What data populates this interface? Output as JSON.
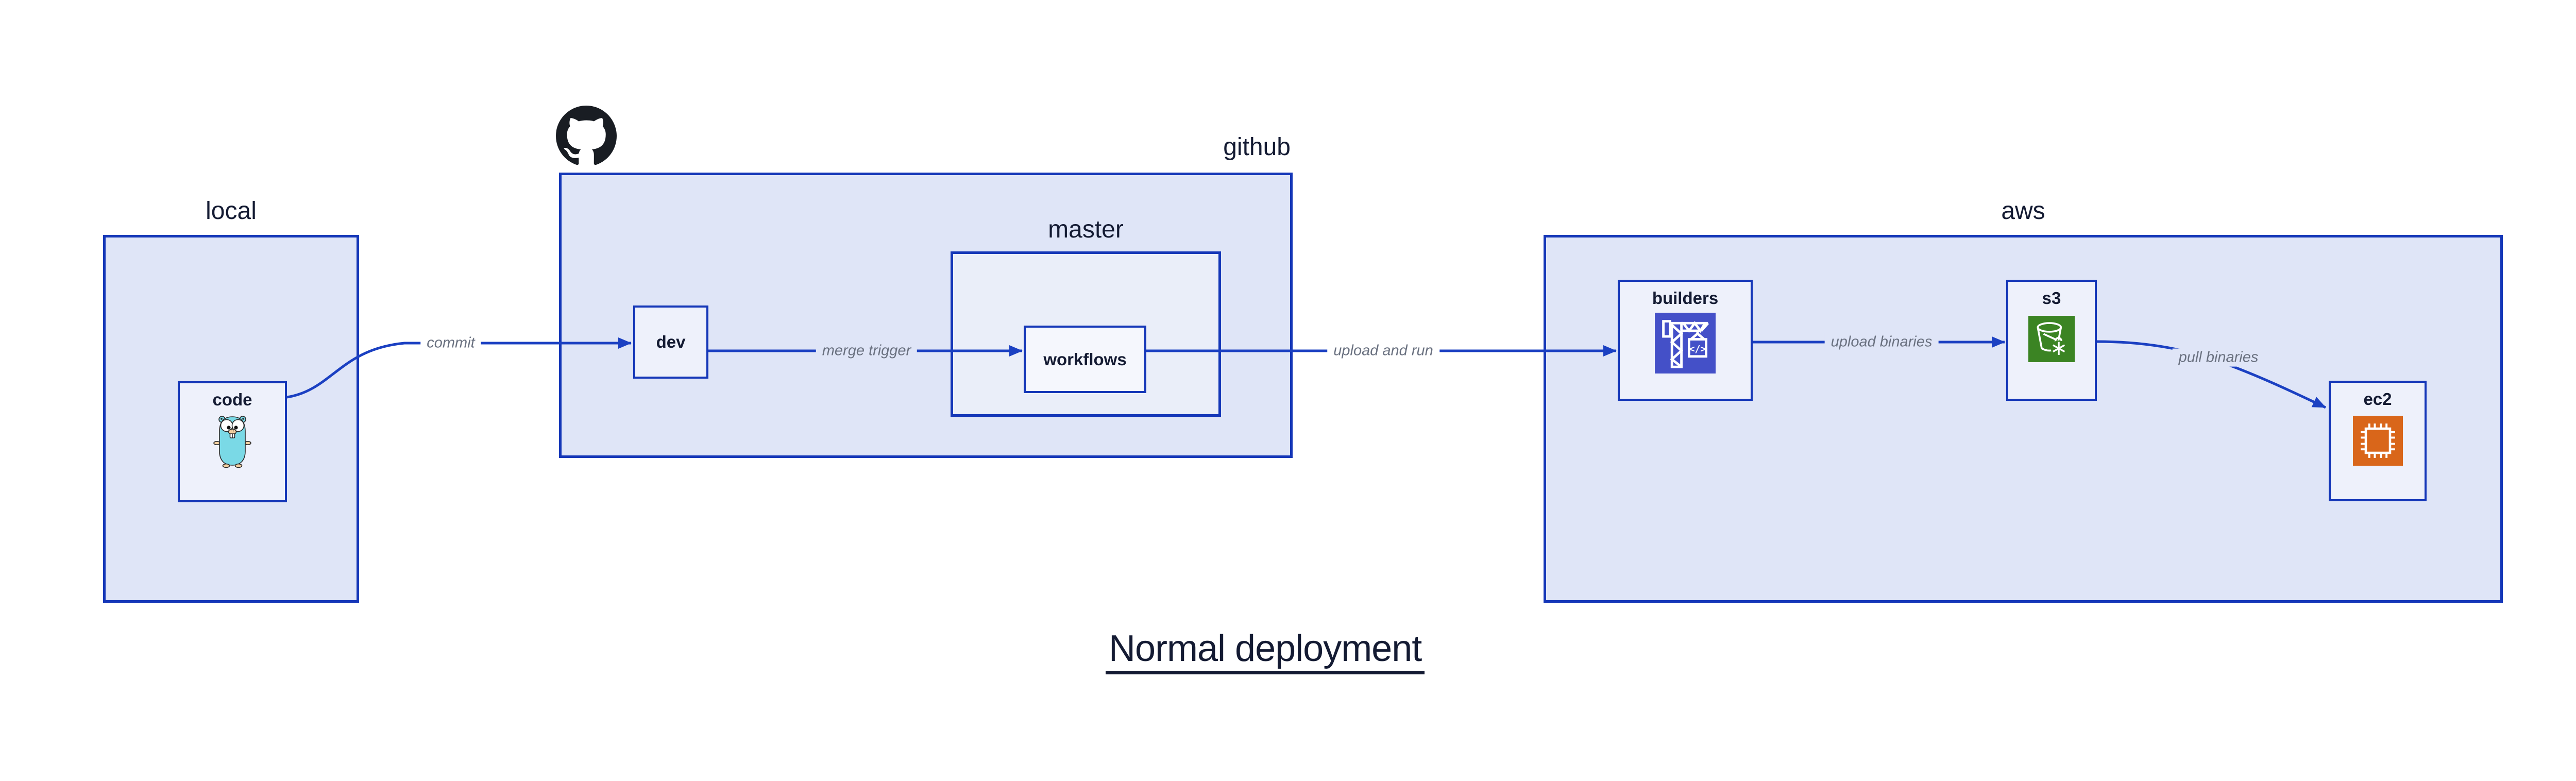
{
  "title": {
    "text": "Normal deployment"
  },
  "groups": {
    "local": {
      "label": "local"
    },
    "github": {
      "label": "github",
      "logo_icon": "github-octocat"
    },
    "master": {
      "label": "master"
    },
    "aws": {
      "label": "aws"
    }
  },
  "nodes": {
    "code": {
      "label": "code",
      "icon": "go-gopher",
      "parent": "local"
    },
    "dev": {
      "label": "dev",
      "parent": "github"
    },
    "workflows": {
      "label": "workflows",
      "parent": "master"
    },
    "builders": {
      "label": "builders",
      "icon": "aws-codebuild",
      "parent": "aws"
    },
    "s3": {
      "label": "s3",
      "icon": "aws-s3-glacier",
      "parent": "aws"
    },
    "ec2": {
      "label": "ec2",
      "icon": "aws-ec2-chip",
      "parent": "aws"
    }
  },
  "edges": {
    "commit": {
      "label": "commit",
      "from": "code",
      "to": "dev"
    },
    "merge_trigger": {
      "label": "merge trigger",
      "from": "dev",
      "to": "workflows"
    },
    "upload_and_run": {
      "label": "upload and run",
      "from": "workflows",
      "to": "builders"
    },
    "upload_binaries": {
      "label": "upload binaries",
      "from": "builders",
      "to": "s3"
    },
    "pull_binaries": {
      "label": "pull binaries",
      "from": "s3",
      "to": "ec2"
    }
  },
  "colors": {
    "page-bg": "#ffffff",
    "border": "#1537b8",
    "arrow": "#1b40c2",
    "group-fill": "#dfe5f7",
    "mid-fill": "#eaeef9",
    "node-fill": "#eef1fb",
    "workflows-fill": "#f5f7fd",
    "label-text": "#141b33",
    "edge-label-text": "#6a7180",
    "github-logo": "#191d23",
    "codebuild-bg": "#4450c8",
    "s3-bg": "#3b8423",
    "ec2-bg": "#d9661a",
    "gopher-body": "#7ad9e6",
    "gopher-skin": "#f6d2a2"
  }
}
